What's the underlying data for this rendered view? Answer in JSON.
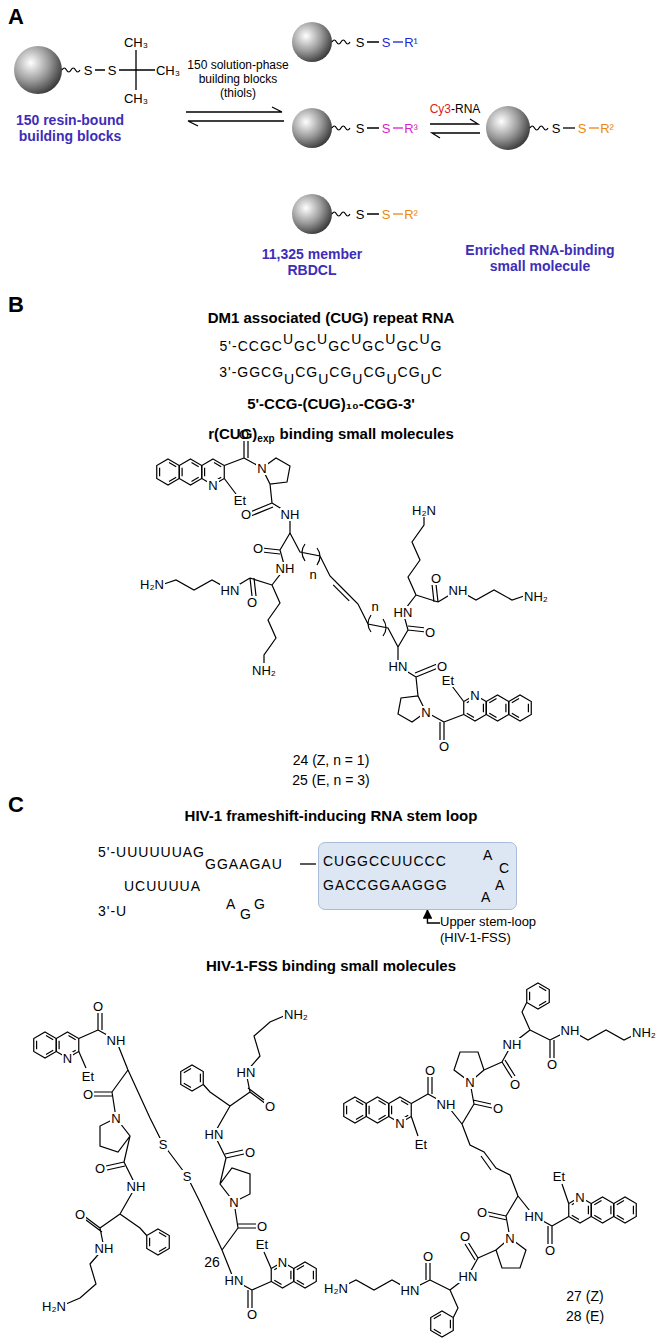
{
  "diagram": {
    "nodes": [
      {
        "text": [
          "CUGGCCUUCCC",
          "GACCGGAAGGG",
          "A",
          "C",
          "A",
          "A"
        ]
      },
      {
        "text": [
          "Upper stem-loop (HIV-1-FSS)"
        ]
      }
    ],
    "edges": [
      {
        "from": 1,
        "to": 0,
        "arrow": "to"
      }
    ],
    "labels": [
      "A",
      "CH₃",
      "CH₃",
      "CH₃",
      "S",
      "S",
      "150 solution-phase building blocks (thiols)",
      "150 resin-bound building blocks",
      "S",
      "S",
      "R¹",
      "S",
      "S",
      "R³",
      "S",
      "S",
      "R²",
      "11,325 member RBDCL",
      "Cy3",
      "-RNA",
      "S",
      "S",
      "R²",
      "Enriched RNA-binding small molecule",
      "B",
      "DM1 associated (CUG) repeat RNA",
      "5'-CCGC",
      "U",
      "GC",
      "U",
      "GC",
      "U",
      "GC",
      "U",
      "GC",
      "U",
      "G",
      "3'-GGCG",
      "U",
      "CG",
      "U",
      "CG",
      "U",
      "CG",
      "U",
      "CG",
      "U",
      "C",
      "5'-CCG-(CUG)₁₀-CGG-3'",
      "r(CUG)",
      "exp",
      "binding small molecules",
      "N",
      "Et",
      "O",
      "N",
      "O",
      "NH",
      "O",
      "NH",
      "O",
      "HN",
      "H₂N",
      "NH₂",
      "n",
      "N",
      "Et",
      "O",
      "N",
      "O",
      "HN",
      "O",
      "HN",
      "O",
      "NH",
      "NH₂",
      "H₂N",
      "n",
      "24 (Z, n = 1)",
      "25 (E, n = 3)",
      "C",
      "HIV-1 frameshift-inducing RNA stem loop",
      "5'-UUUUUUAG",
      "GGAAGAU",
      "3'-U",
      "UCUUUUA",
      "A",
      "G",
      "G",
      "HIV-1-FSS binding small molecules",
      "N",
      "Et",
      "O",
      "NH",
      "O",
      "N",
      "O",
      "NH",
      "O",
      "NH",
      "H₂N",
      "S",
      "N",
      "Et",
      "O",
      "HN",
      "O",
      "N",
      "O",
      "HN",
      "O",
      "HN",
      "NH₂",
      "S",
      "26",
      "N",
      "Et",
      "O",
      "NH",
      "O",
      "N",
      "O",
      "NH",
      "O",
      "NH",
      "NH₂",
      "N",
      "Et",
      "O",
      "HN",
      "O",
      "N",
      "O",
      "HN",
      "O",
      "HN",
      "H₂N",
      "27 (Z)",
      "28 (E)"
    ]
  }
}
